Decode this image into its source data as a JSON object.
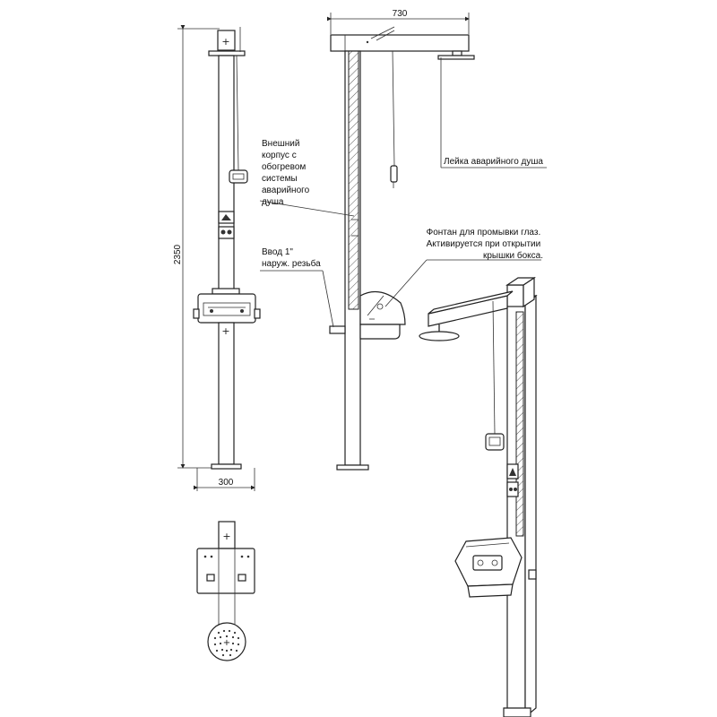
{
  "dimensions": {
    "top_width": "730",
    "total_height": "2350",
    "base_width": "300"
  },
  "annotations": {
    "housing": [
      "Внешний",
      "корпус с",
      "обогревом",
      "системы",
      "аварийного",
      "душа"
    ],
    "inlet": [
      "Ввод 1\"",
      "наруж. резьба"
    ],
    "shower_head": "Лейка аварийного душа",
    "eyewash": [
      "Фонтан для промывки глаз.",
      "Активируется при открытии",
      "крышки бокса."
    ]
  },
  "icons": [
    "shower-sign-icon",
    "eyewash-sign-icon",
    "cross-mark-icon",
    "pull-handle-icon"
  ],
  "colors": {
    "stroke": "#222222",
    "background": "#ffffff"
  }
}
